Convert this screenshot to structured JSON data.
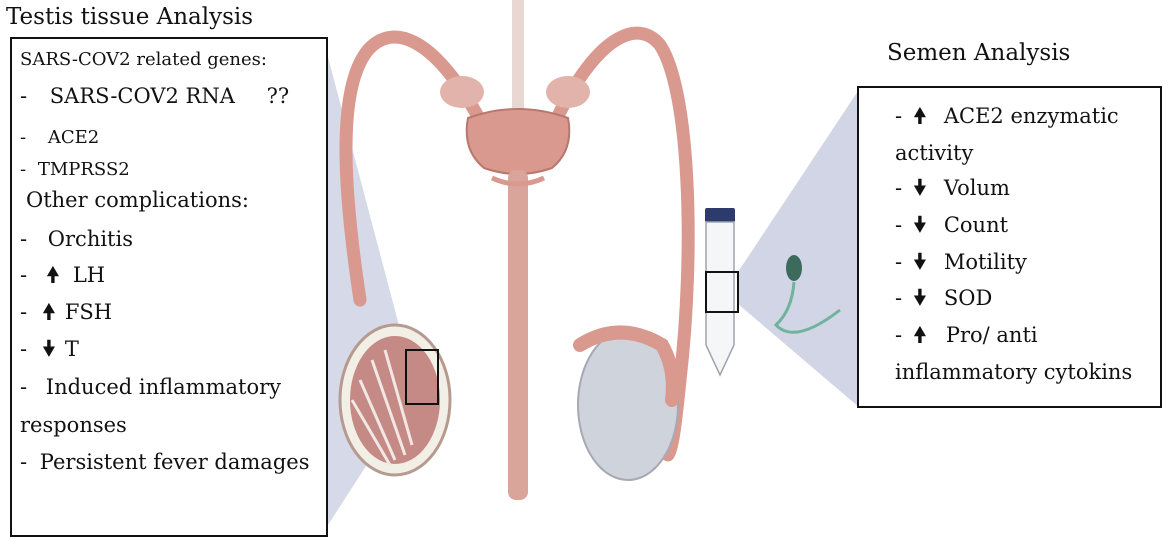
{
  "left": {
    "title": "Testis tissue Analysis",
    "header": "SARS-COV2 related genes:",
    "items": [
      {
        "dash": "-",
        "text": "SARS-COV2  RNA",
        "extra": "??"
      },
      {
        "dash": "-",
        "text": "ACE2"
      },
      {
        "dash": "-",
        "text": "TMPRSS2"
      }
    ],
    "subheader": "Other complications:",
    "complications": [
      {
        "dash": "-",
        "text": "Orchitis"
      },
      {
        "dash": "-",
        "text": "LH",
        "arrow": "up"
      },
      {
        "dash": "-",
        "text": "FSH",
        "arrow": "up"
      },
      {
        "dash": "-",
        "text": "T",
        "arrow": "down"
      },
      {
        "dash": "-",
        "text": "Induced inflammatory"
      },
      {
        "text": "responses"
      },
      {
        "dash": "-",
        "text": "Persistent fever damages"
      }
    ]
  },
  "right": {
    "title": "Semen Analysis",
    "items": [
      {
        "dash": "-",
        "text": "ACE2 enzymatic",
        "arrow": "up"
      },
      {
        "text": "activity"
      },
      {
        "dash": "-",
        "text": "Volum",
        "arrow": "down"
      },
      {
        "dash": "-",
        "text": "Count",
        "arrow": "down"
      },
      {
        "dash": "-",
        "text": "Motility",
        "arrow": "down"
      },
      {
        "dash": "-",
        "text": "SOD",
        "arrow": "down"
      },
      {
        "dash": "-",
        "text": "Pro/ anti",
        "arrow": "up"
      },
      {
        "text": "inflammatory cytokins"
      }
    ]
  },
  "icons": {
    "up_arrow": "arrow-up-icon",
    "down_arrow": "arrow-down-icon",
    "testis": "testis-cross-section-icon",
    "reproductive_tract": "male-reproductive-tract-icon",
    "tube": "sample-tube-icon",
    "sperm": "sperm-icon"
  },
  "colors": {
    "tract": "#d9998f",
    "tract_dark": "#b9776e",
    "testis": "#cfd3dc",
    "callout": "#b3b9d6"
  }
}
